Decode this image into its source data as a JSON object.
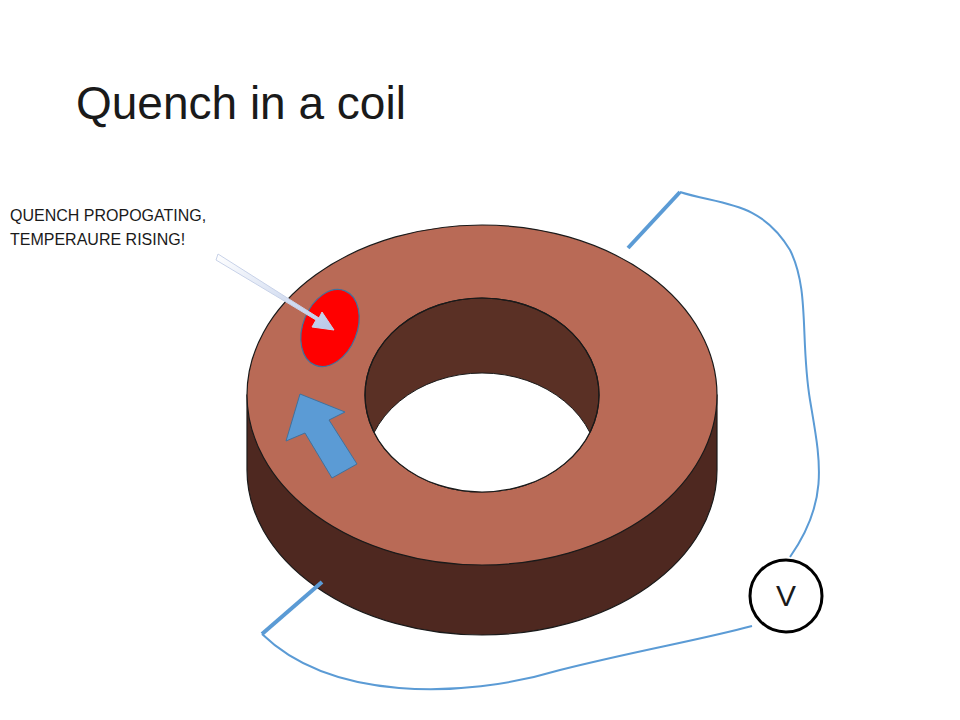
{
  "diagram": {
    "title": "Quench in a coil",
    "nodes": [
      {
        "text": [
          "V"
        ]
      }
    ],
    "labels": [
      "QUENCH PROPOGATING, TEMPERAURE RISING!"
    ]
  }
}
